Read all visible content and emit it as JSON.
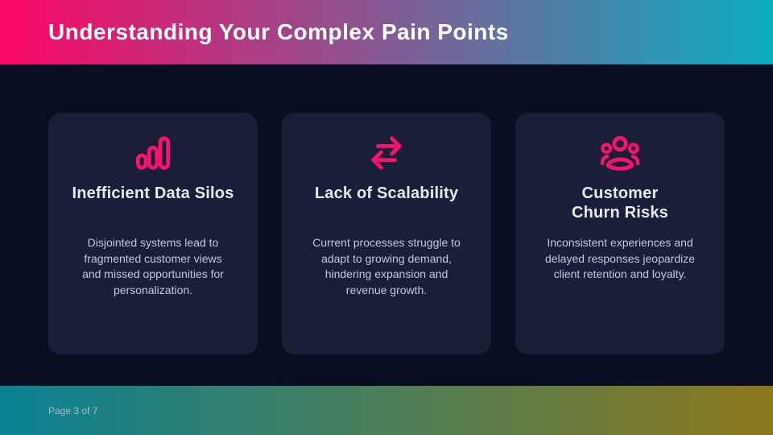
{
  "slide": {
    "header": {
      "title": "Understanding Your Complex Pain Points"
    },
    "cards": [
      {
        "icon": "bar-chart-icon",
        "title": "Inefficient Data Silos",
        "body": "Disjointed systems lead to fragmented customer views and missed opportunities for personalization."
      },
      {
        "icon": "arrows-right-left-icon",
        "title": "Lack of Scalability",
        "body": "Current processes struggle to adapt to growing demand, hindering expansion and revenue growth."
      },
      {
        "icon": "users-group-icon",
        "title": "Customer Churn Risks",
        "body": "Inconsistent experiences and delayed responses jeopardize client retention and loyalty."
      }
    ],
    "footer": {
      "page_label": "Page 3 of 7"
    },
    "colors": {
      "accent_pink": "#F8146C",
      "header_gradient_start": "#FB0766",
      "header_gradient_end": "#0CACC0",
      "footer_gradient_start": "#0A8294",
      "footer_gradient_end": "#8D791D",
      "page_background": "#0A0E23",
      "card_background": "#1A1E38"
    }
  }
}
